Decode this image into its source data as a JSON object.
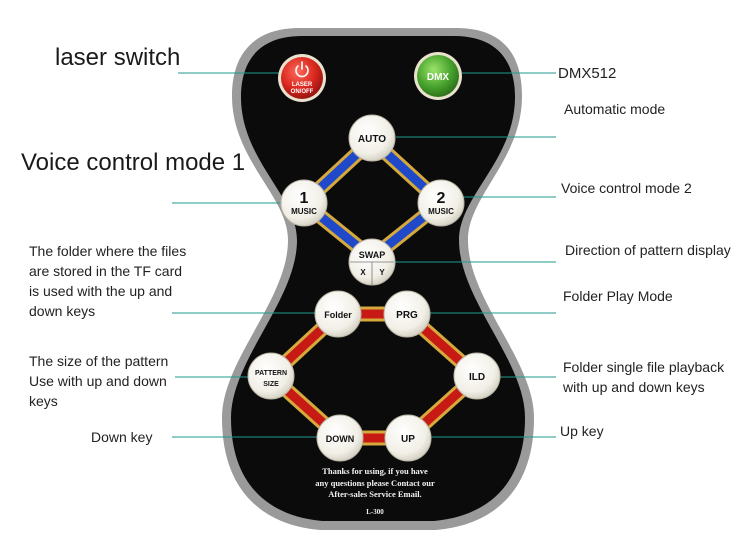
{
  "labels": {
    "laser_switch": "laser switch",
    "voice_mode_1": "Voice control mode 1",
    "folder_desc": [
      "The folder where the files",
      "are stored in the TF card",
      "is used with the up and",
      "down keys"
    ],
    "pattern_size_desc": [
      "The size of the pattern",
      "Use with up and down",
      "keys"
    ],
    "down_key": "Down key",
    "dmx512": "DMX512",
    "automatic_mode": "Automatic mode",
    "voice_mode_2": "Voice control mode 2",
    "direction": "Direction of pattern display",
    "folder_play": "Folder Play Mode",
    "folder_single": [
      "Folder single file playback",
      "with up and down keys"
    ],
    "up_key": "Up key"
  },
  "buttons": {
    "laser": [
      "LASER",
      "ON/OFF"
    ],
    "dmx": "DMX",
    "auto": "AUTO",
    "music1_num": "1",
    "music1_text": "MUSIC",
    "music2_num": "2",
    "music2_text": "MUSIC",
    "swap": "SWAP",
    "swap_x": "X",
    "swap_y": "Y",
    "folder": "Folder",
    "prg": "PRG",
    "pattern_size": [
      "PATTERN",
      "SIZE"
    ],
    "ild": "ILD",
    "down": "DOWN",
    "up": "UP"
  },
  "footer": {
    "thanks": [
      "Thanks for using, if you have",
      "any questions please Contact our",
      "After-sales Service Email."
    ],
    "model": "L-300"
  },
  "colors": {
    "body": "#0b0b0b",
    "rim": "#8a8a8a",
    "leader_line": "#1f9a8c",
    "laser_button": "#d01f1f",
    "dmx_button": "#3f9a28",
    "blue_link": "#1f49c9",
    "red_link": "#c81a14",
    "gold_link": "#d6a93c"
  }
}
